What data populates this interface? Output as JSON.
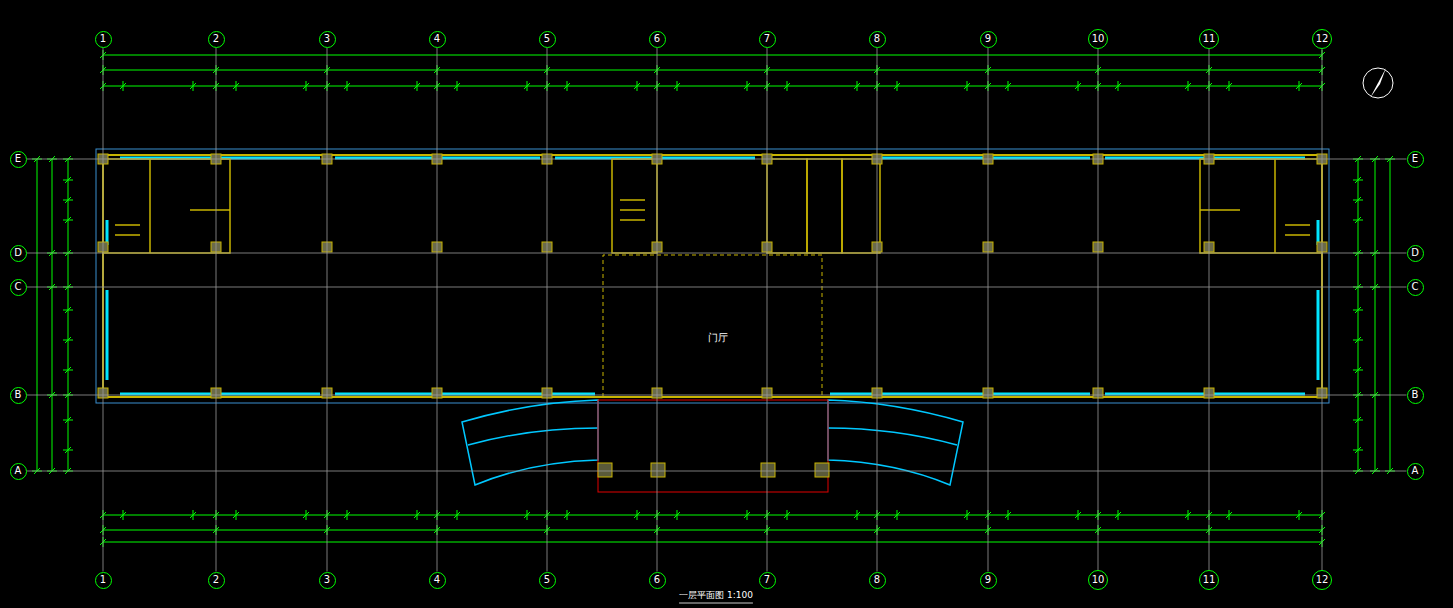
{
  "diagram": {
    "caption": "一层平面图 1:100",
    "nodes": [
      {
        "text": [
          "1"
        ]
      },
      {
        "text": [
          "2"
        ]
      },
      {
        "text": [
          "3"
        ]
      },
      {
        "text": [
          "4"
        ]
      },
      {
        "text": [
          "5"
        ]
      },
      {
        "text": [
          "6"
        ]
      },
      {
        "text": [
          "7"
        ]
      },
      {
        "text": [
          "8"
        ]
      },
      {
        "text": [
          "9"
        ]
      },
      {
        "text": [
          "10"
        ]
      },
      {
        "text": [
          "11"
        ]
      },
      {
        "text": [
          "12"
        ]
      },
      {
        "text": [
          "1"
        ]
      },
      {
        "text": [
          "2"
        ]
      },
      {
        "text": [
          "3"
        ]
      },
      {
        "text": [
          "4"
        ]
      },
      {
        "text": [
          "5"
        ]
      },
      {
        "text": [
          "6"
        ]
      },
      {
        "text": [
          "7"
        ]
      },
      {
        "text": [
          "8"
        ]
      },
      {
        "text": [
          "9"
        ]
      },
      {
        "text": [
          "10"
        ]
      },
      {
        "text": [
          "11"
        ]
      },
      {
        "text": [
          "12"
        ]
      },
      {
        "text": [
          "E"
        ]
      },
      {
        "text": [
          "D"
        ]
      },
      {
        "text": [
          "C"
        ]
      },
      {
        "text": [
          "B"
        ]
      },
      {
        "text": [
          "A"
        ]
      },
      {
        "text": [
          "E"
        ]
      },
      {
        "text": [
          "D"
        ]
      },
      {
        "text": [
          "C"
        ]
      },
      {
        "text": [
          "B"
        ]
      },
      {
        "text": [
          "A"
        ]
      }
    ],
    "edges": [
      {
        "from": 0,
        "to": 12,
        "arrow": "none"
      },
      {
        "from": 1,
        "to": 13,
        "arrow": "none"
      },
      {
        "from": 2,
        "to": 14,
        "arrow": "none"
      },
      {
        "from": 3,
        "to": 15,
        "arrow": "none"
      },
      {
        "from": 4,
        "to": 16,
        "arrow": "none"
      },
      {
        "from": 5,
        "to": 17,
        "arrow": "none"
      },
      {
        "from": 6,
        "to": 18,
        "arrow": "none"
      },
      {
        "from": 7,
        "to": 19,
        "arrow": "none"
      },
      {
        "from": 8,
        "to": 20,
        "arrow": "none"
      },
      {
        "from": 9,
        "to": 21,
        "arrow": "none"
      },
      {
        "from": 10,
        "to": 22,
        "arrow": "none"
      },
      {
        "from": 11,
        "to": 23,
        "arrow": "none"
      },
      {
        "from": 24,
        "to": 29,
        "arrow": "none"
      },
      {
        "from": 25,
        "to": 30,
        "arrow": "none"
      },
      {
        "from": 26,
        "to": 31,
        "arrow": "none"
      },
      {
        "from": 27,
        "to": 32,
        "arrow": "none"
      },
      {
        "from": 28,
        "to": 33,
        "arrow": "none"
      }
    ],
    "labels": [
      "门厅"
    ]
  }
}
